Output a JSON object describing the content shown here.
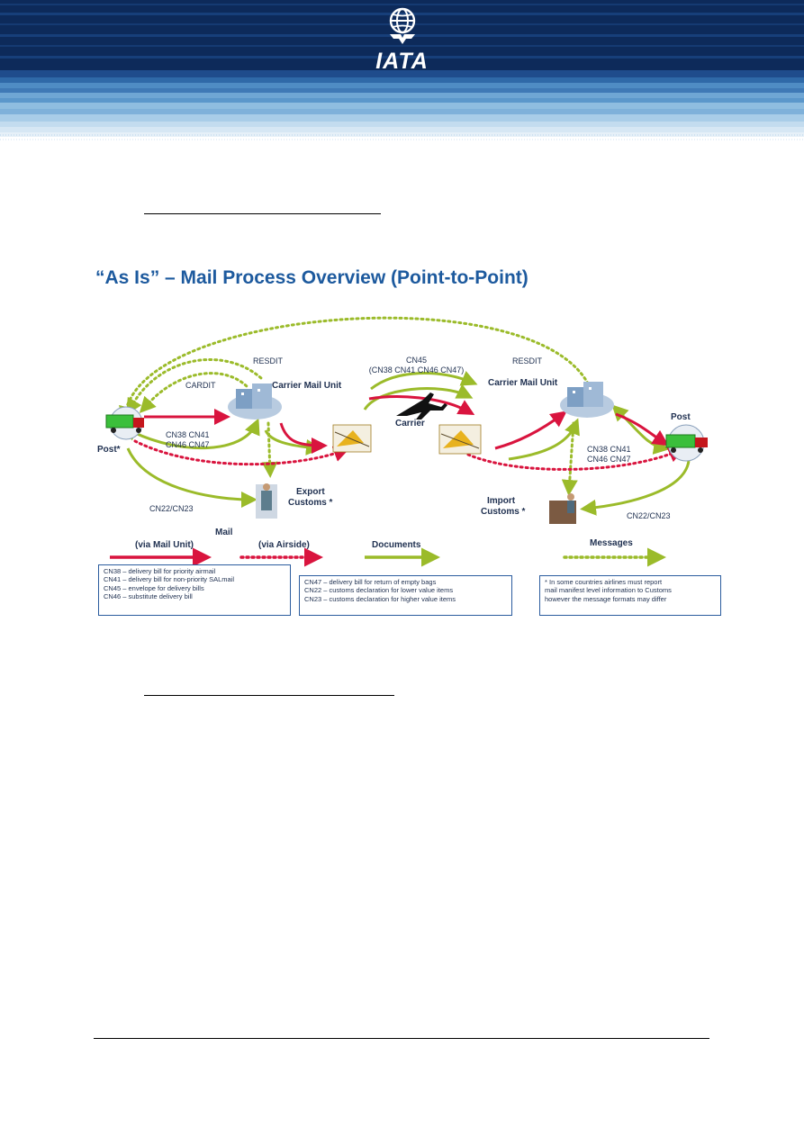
{
  "header": {
    "logo_text": "IATA"
  },
  "diagram": {
    "title": "“As Is” – Mail Process Overview (Point-to-Point)",
    "labels": {
      "resdit_left": "RESDIT",
      "cardit": "CARDIT",
      "carrier_mail_unit_left": "Carrier Mail Unit",
      "cn45": "CN45",
      "cn45_sub": "(CN38 CN41 CN46 CN47)",
      "resdit_right": "RESDIT",
      "carrier_mail_unit_right": "Carrier Mail Unit",
      "carrier": "Carrier",
      "post_left": "Post*",
      "post_right": "Post",
      "cn_left_1": "CN38 CN41",
      "cn_left_2": "CN46 CN47",
      "cn_right_1": "CN38 CN41",
      "cn_right_2": "CN46 CN47",
      "export_customs_1": "Export",
      "export_customs_2": "Customs *",
      "import_customs_1": "Import",
      "import_customs_2": "Customs *",
      "cn22_left": "CN22/CN23",
      "cn22_right": "CN22/CN23"
    },
    "legend": {
      "mail": "Mail",
      "via_mail_unit": "(via Mail Unit)",
      "via_airside": "(via Airside)",
      "documents": "Documents",
      "messages": "Messages"
    },
    "legend_boxes": {
      "box1": [
        "CN38 – delivery bill for priority airmail",
        "CN41 – delivery bill for non-priority SALmail",
        "CN45 – envelope for delivery bills",
        "CN46 – substitute delivery bill"
      ],
      "box2": [
        "CN47 – delivery bill for return of empty bags",
        "CN22 – customs declaration for lower value items",
        "CN23 – customs declaration for higher value items"
      ],
      "box3": [
        "* In some countries airlines must report",
        "mail manifest level information to Customs",
        "however the message formats may differ"
      ]
    }
  },
  "colors": {
    "mail_red": "#d9143e",
    "document_green": "#9bbb2a",
    "title_blue": "#1d5a9e",
    "header_navy": "#0d2a5a"
  }
}
